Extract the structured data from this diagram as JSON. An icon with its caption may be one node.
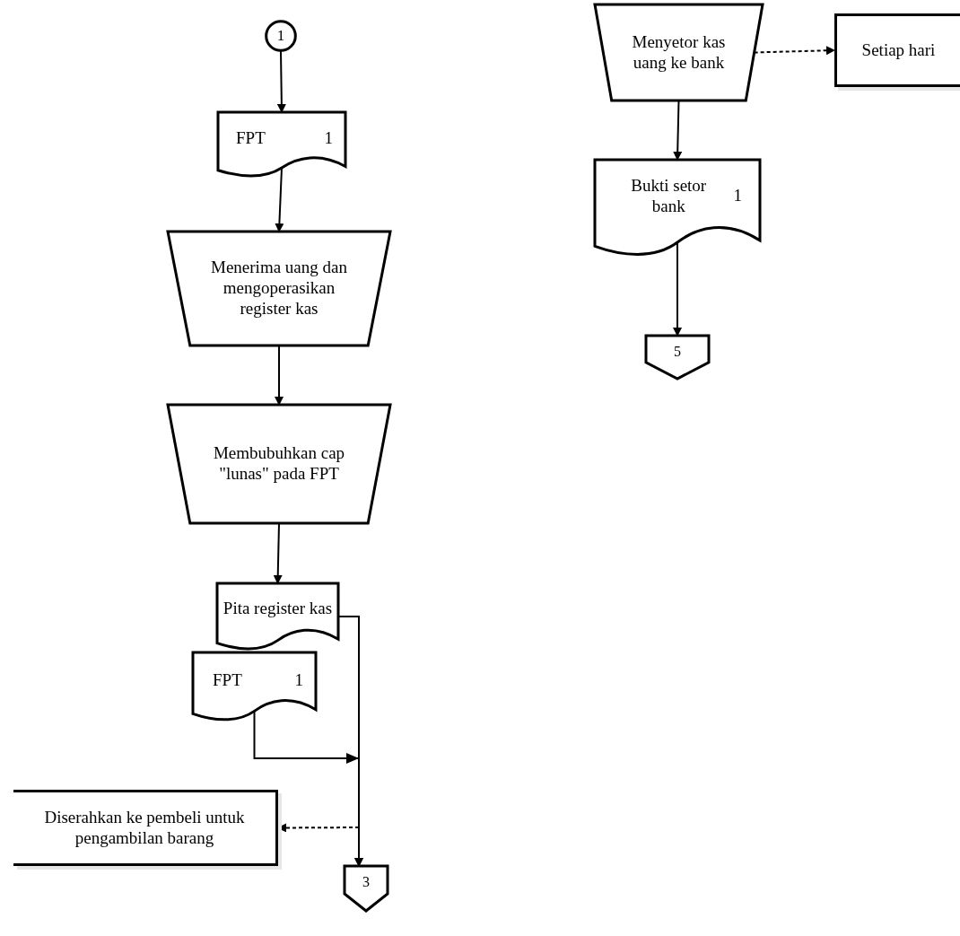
{
  "diagram": {
    "nodes": [
      {
        "text": [
          "1"
        ]
      },
      {
        "text": [
          "FPT",
          "1"
        ]
      },
      {
        "text": [
          "Menerima uang dan mengoperasikan register kas"
        ]
      },
      {
        "text": [
          "Membubuhkan cap \"lunas\" pada FPT"
        ]
      },
      {
        "text": [
          "Pita register kas"
        ]
      },
      {
        "text": [
          "FPT",
          "1"
        ]
      },
      {
        "text": [
          "Diserahkan ke pembeli untuk pengambilan barang"
        ]
      },
      {
        "text": [
          "3"
        ]
      },
      {
        "text": [
          "Menyetor kas uang ke bank"
        ]
      },
      {
        "text": [
          "Setiap hari"
        ]
      },
      {
        "text": [
          "Bukti setor bank",
          "1"
        ]
      },
      {
        "text": [
          "5"
        ]
      }
    ],
    "edges": [
      {
        "from": 0,
        "to": 1,
        "arrow": "to"
      },
      {
        "from": 1,
        "to": 2,
        "arrow": "to"
      },
      {
        "from": 2,
        "to": 3,
        "arrow": "to"
      },
      {
        "from": 3,
        "to": 4,
        "arrow": "to"
      },
      {
        "from": 4,
        "to": 7,
        "arrow": "to"
      },
      {
        "from": 5,
        "to": 7,
        "arrow": "to"
      },
      {
        "from": null,
        "to": 6,
        "arrow": "to",
        "style": "dashed"
      },
      {
        "from": 8,
        "to": 9,
        "arrow": "to",
        "style": "dashed"
      },
      {
        "from": 8,
        "to": 10,
        "arrow": "to"
      },
      {
        "from": 10,
        "to": 11,
        "arrow": "to"
      }
    ]
  }
}
